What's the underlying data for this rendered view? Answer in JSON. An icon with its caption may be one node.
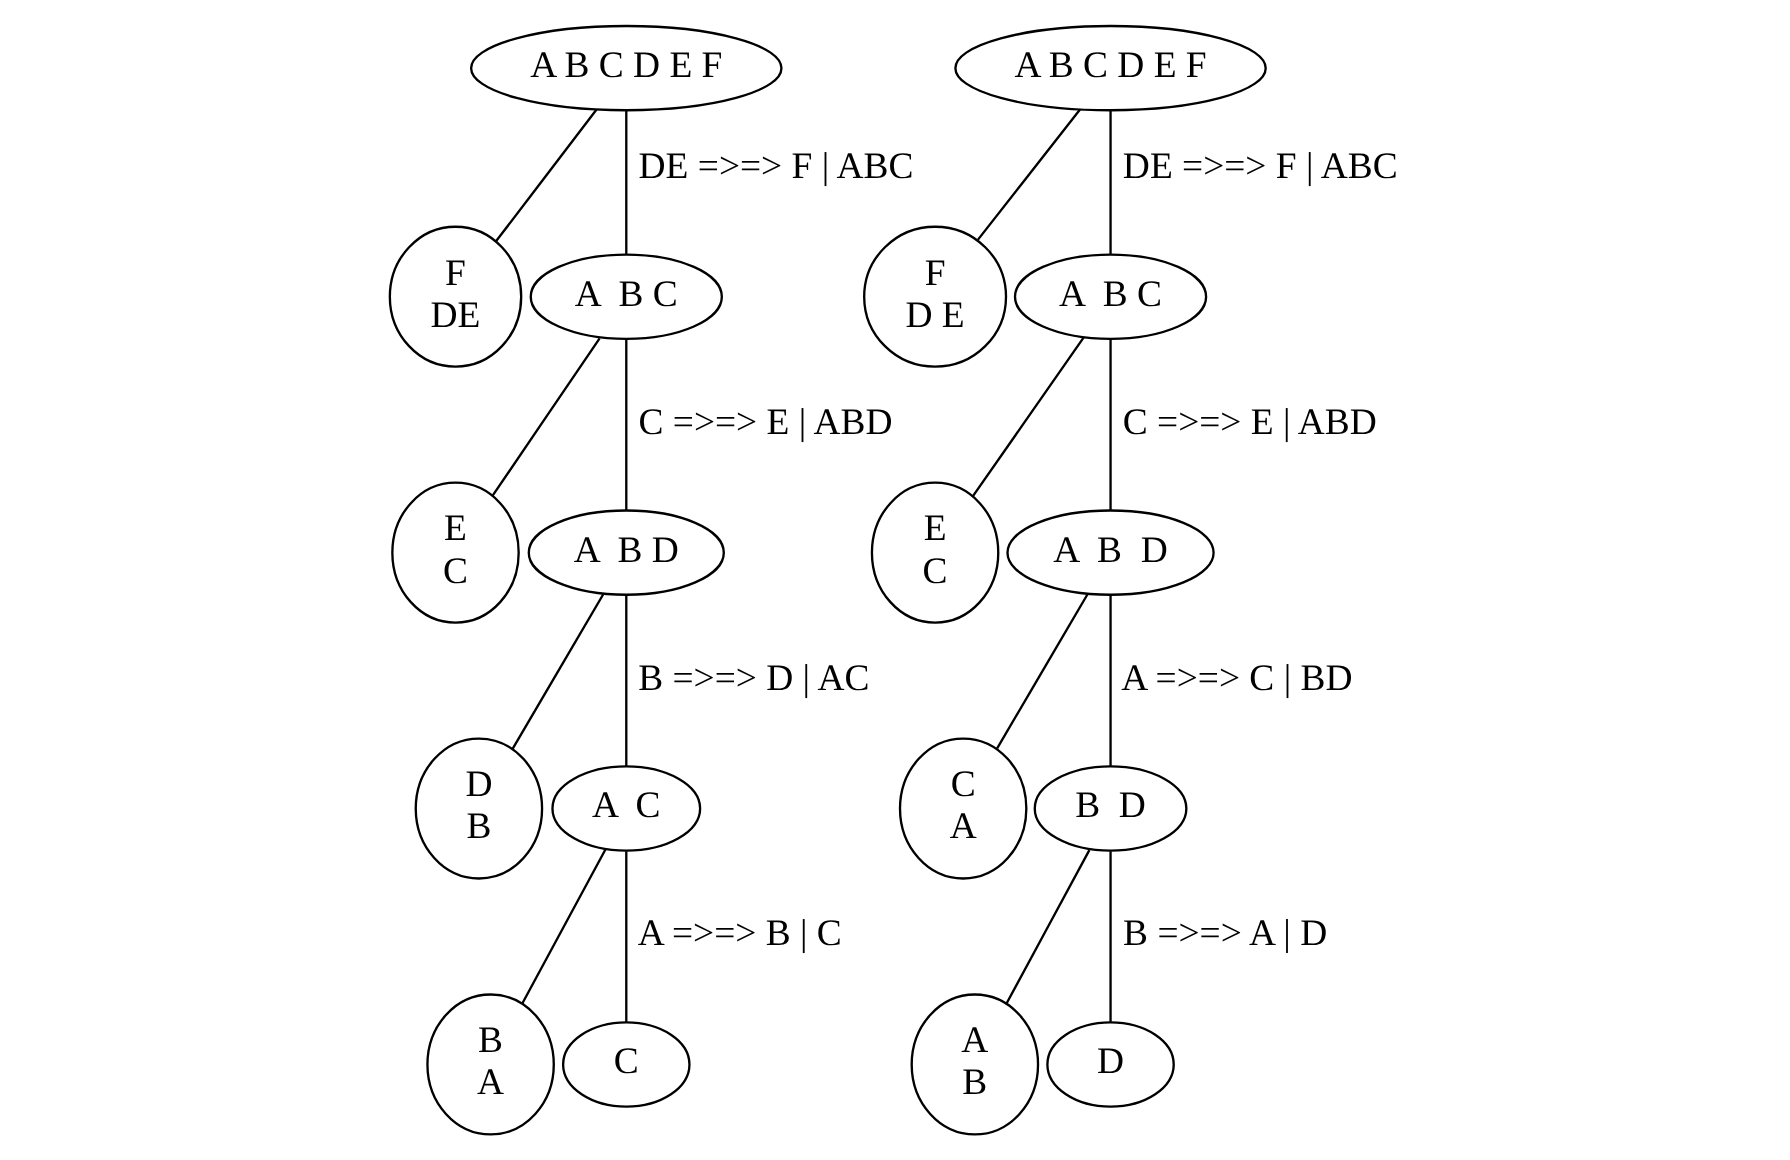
{
  "diagram": {
    "nodes": [
      {
        "text": [
          "A B C D E F"
        ]
      },
      {
        "text": [
          "F",
          "DE"
        ]
      },
      {
        "text": [
          "A  B C"
        ]
      },
      {
        "text": [
          "E",
          "C"
        ]
      },
      {
        "text": [
          "A  B D"
        ]
      },
      {
        "text": [
          "D",
          "B"
        ]
      },
      {
        "text": [
          "A  C"
        ]
      },
      {
        "text": [
          "B",
          "A"
        ]
      },
      {
        "text": [
          "C"
        ]
      },
      {
        "text": [
          "A B C D E F"
        ]
      },
      {
        "text": [
          "F",
          "D E"
        ]
      },
      {
        "text": [
          "A  B C"
        ]
      },
      {
        "text": [
          "E",
          "C"
        ]
      },
      {
        "text": [
          "A  B  D"
        ]
      },
      {
        "text": [
          "C",
          "A"
        ]
      },
      {
        "text": [
          "B  D"
        ]
      },
      {
        "text": [
          "A",
          "B"
        ]
      },
      {
        "text": [
          "D"
        ]
      }
    ],
    "edges": [
      {
        "from": 0,
        "to": 1,
        "arrow": "none"
      },
      {
        "from": 0,
        "to": 2,
        "arrow": "none",
        "label": "DE =>=> F | ABC"
      },
      {
        "from": 2,
        "to": 3,
        "arrow": "none"
      },
      {
        "from": 2,
        "to": 4,
        "arrow": "none",
        "label": "C =>=> E | ABD"
      },
      {
        "from": 4,
        "to": 5,
        "arrow": "none"
      },
      {
        "from": 4,
        "to": 6,
        "arrow": "none",
        "label": "B =>=> D | AC"
      },
      {
        "from": 6,
        "to": 7,
        "arrow": "none"
      },
      {
        "from": 6,
        "to": 8,
        "arrow": "none",
        "label": "A =>=> B | C"
      },
      {
        "from": 9,
        "to": 10,
        "arrow": "none"
      },
      {
        "from": 9,
        "to": 11,
        "arrow": "none",
        "label": "DE =>=> F | ABC"
      },
      {
        "from": 11,
        "to": 12,
        "arrow": "none"
      },
      {
        "from": 11,
        "to": 13,
        "arrow": "none",
        "label": "C =>=> E | ABD"
      },
      {
        "from": 13,
        "to": 14,
        "arrow": "none"
      },
      {
        "from": 13,
        "to": 15,
        "arrow": "none",
        "label": "A =>=> C | BD"
      },
      {
        "from": 15,
        "to": 16,
        "arrow": "none"
      },
      {
        "from": 15,
        "to": 17,
        "arrow": "none",
        "label": "B =>=> A | D"
      }
    ]
  }
}
